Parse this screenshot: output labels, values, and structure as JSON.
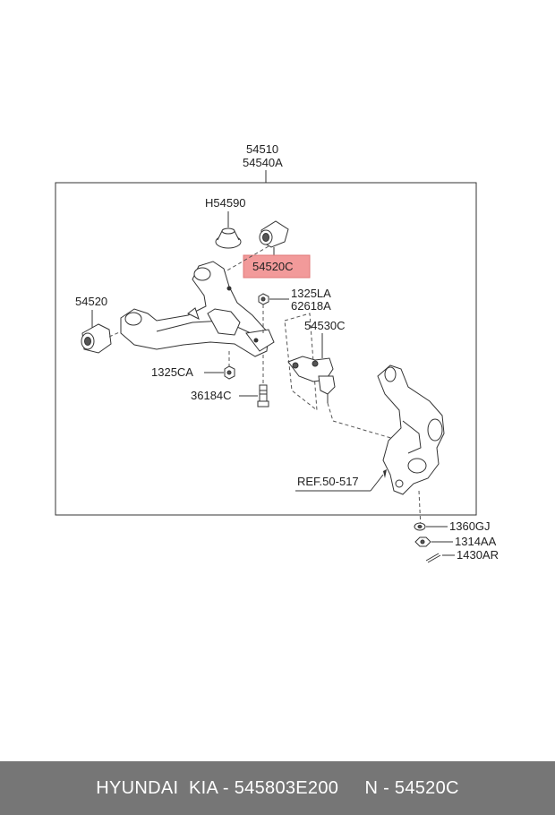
{
  "labels": {
    "top_1": "54510",
    "top_2": "54540A",
    "h54590": "H54590",
    "highlight": "54520C",
    "bush_left": "54520",
    "l1325LA": "1325LA",
    "l62618A": "62618A",
    "l54530C": "54530C",
    "l1325CA": "1325CA",
    "l36184C": "36184C",
    "ref": "REF.50-517",
    "l1360GJ": "1360GJ",
    "l1314AA": "1314AA",
    "l1430AR": "1430AR"
  },
  "colors": {
    "highlight_fill": "#f29a9a",
    "highlight_border": "#e07878",
    "footer_bg": "#767676"
  },
  "footer": {
    "text": "HYUNDAI  KIA - 545803E200     N - 54520C"
  }
}
